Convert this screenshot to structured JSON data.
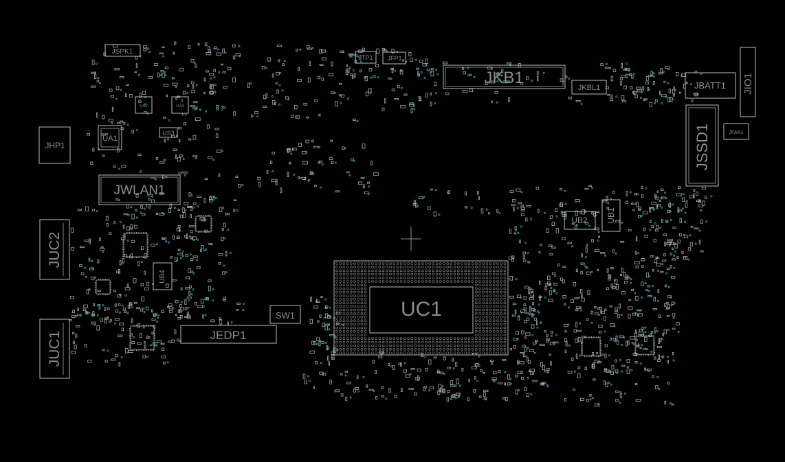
{
  "board": {
    "background": "#000000",
    "outline_color": "#bdbdbd",
    "label_color": "#8c8c8c",
    "via_color": "#2aa7b8"
  },
  "components": {
    "jspk1": "JSPK1",
    "jtp1": "JTP1",
    "jfp1": "JFP1",
    "jkb1": "JKB1",
    "jkbl1": "JKBL1",
    "jbatt1": "JBATT1",
    "jio1": "JIO1",
    "jssd1": "JSSD1",
    "jfan1": "JFAN1",
    "jhp1": "JHP1",
    "ua1": "UA1",
    "ua2": "UA2",
    "ua4": "UA4",
    "us3": "US3",
    "jwlan1": "JWLAN1",
    "juc2": "JUC2",
    "juc1": "JUC1",
    "ub4": "UB4",
    "jedp1": "JEDP1",
    "sw1": "SW1",
    "uc1": "UC1",
    "ub2": "UB2",
    "ub1": "UB1"
  }
}
